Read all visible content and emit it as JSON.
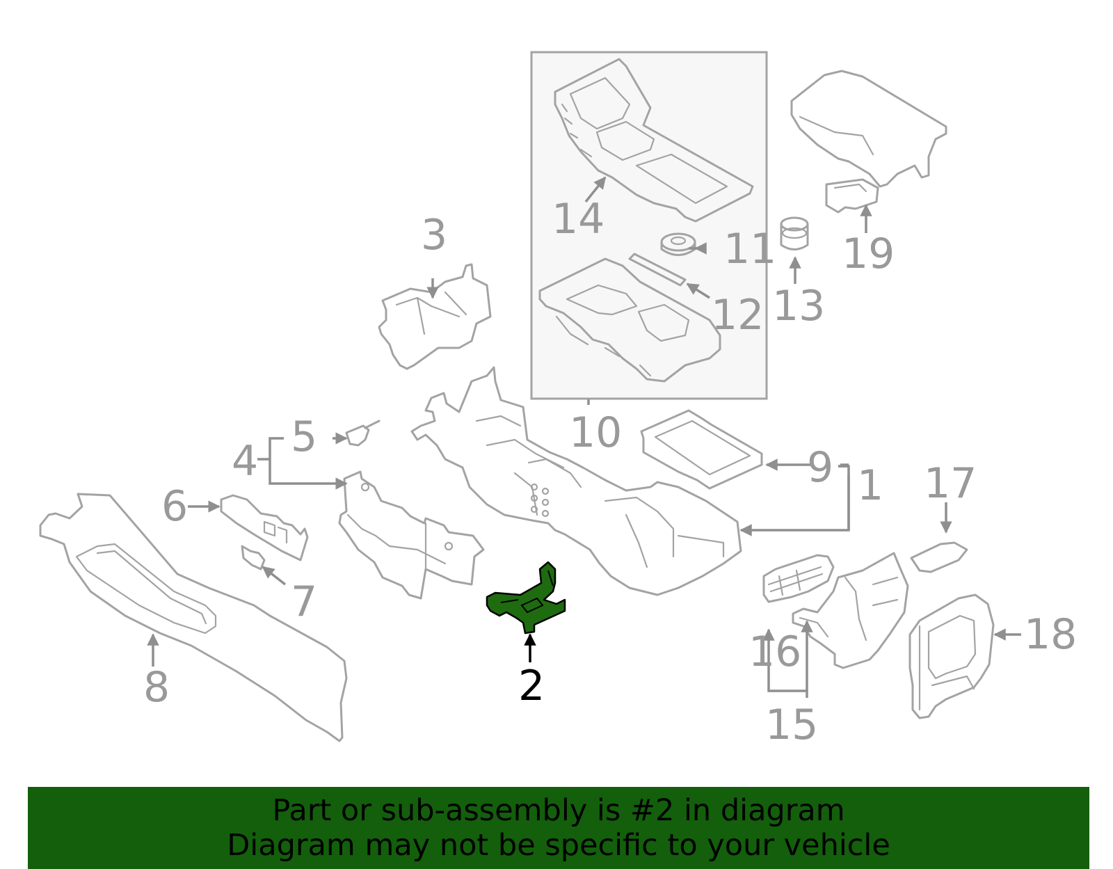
{
  "callouts": {
    "c1": "1",
    "c2": "2",
    "c3": "3",
    "c4": "4",
    "c5": "5",
    "c6": "6",
    "c7": "7",
    "c8": "8",
    "c9": "9",
    "c10": "10",
    "c11": "11",
    "c12": "12",
    "c13": "13",
    "c14": "14",
    "c15": "15",
    "c16": "16",
    "c17": "17",
    "c18": "18",
    "c19": "19"
  },
  "highlight": {
    "part": "2",
    "color": "#1f6b10"
  },
  "colors": {
    "line": "#a3a3a3",
    "callout": "#999999",
    "banner": "#135f0c",
    "inset_bg": "#f7f7f7"
  },
  "banner": {
    "line1": "Part or sub-assembly is #2 in diagram",
    "line2": "Diagram may not be specific to your vehicle"
  }
}
